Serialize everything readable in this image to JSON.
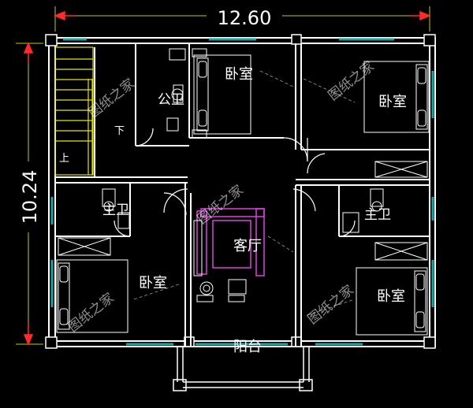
{
  "dimensions": {
    "width_label": "12.60",
    "height_label": "10.24",
    "arrow_color": "#ff2a2a"
  },
  "rooms": {
    "bedroom_top_center": "卧室",
    "bedroom_top_right": "卧室",
    "bedroom_bottom_left": "卧室",
    "bedroom_bottom_right": "卧室",
    "public_bath": "公卫",
    "master_bath_left": "主卫",
    "master_bath_right": "主卫",
    "living_room": "客厅",
    "balcony": "阳台",
    "stair_up": "上",
    "stair_down": "下"
  },
  "watermark": "图纸之家",
  "colors": {
    "background": "#000000",
    "wall": "#ffffff",
    "window": "#1aa6a6",
    "stair": "#e6e600",
    "furniture": "#e040e0",
    "furniture_alt": "#ffffff",
    "dim_line": "#c8c800",
    "arrow": "#ff2a2a"
  }
}
